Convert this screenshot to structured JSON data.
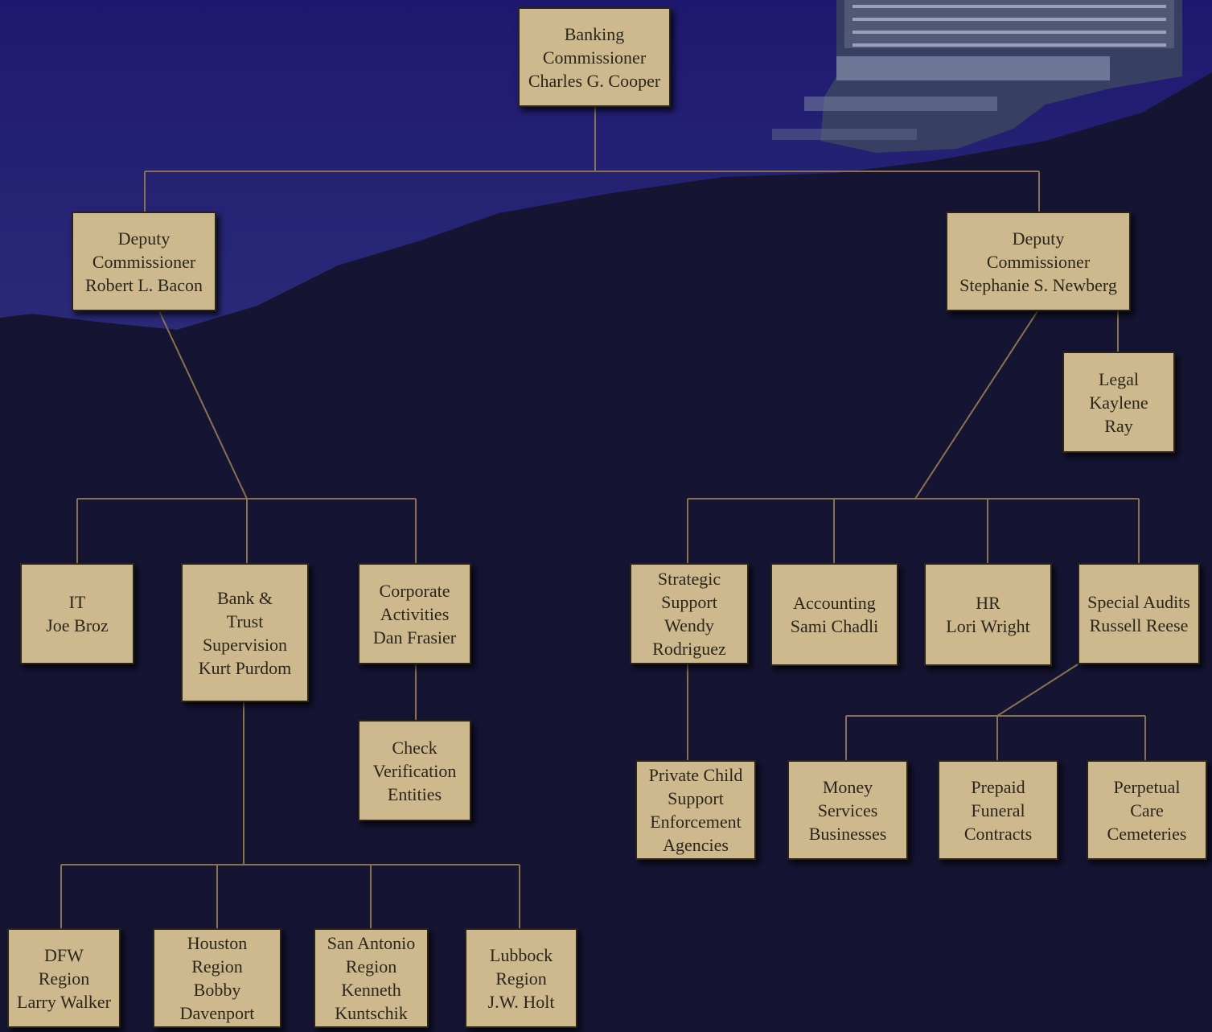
{
  "chart": {
    "nodes": {
      "commissioner": "Banking\nCommissioner\nCharles G. Cooper",
      "deputy_bacon": "Deputy\nCommissioner\nRobert L. Bacon",
      "deputy_newberg": "Deputy\nCommissioner\nStephanie S. Newberg",
      "legal": "Legal\nKaylene\nRay",
      "it": "IT\nJoe Broz",
      "bank_trust": "Bank &\nTrust\nSupervision\nKurt Purdom",
      "corporate": "Corporate\nActivities\nDan Frasier",
      "check_verification": "Check\nVerification\nEntities",
      "strategic_support": "Strategic\nSupport\nWendy\nRodriguez",
      "accounting": "Accounting\nSami Chadli",
      "hr": "HR\nLori Wright",
      "special_audits": "Special Audits\nRussell Reese",
      "private_child": "Private Child\nSupport\nEnforcement\nAgencies",
      "money_services": "Money\nServices\nBusinesses",
      "prepaid_funeral": "Prepaid\nFuneral\nContracts",
      "perpetual_care": "Perpetual\nCare\nCemeteries",
      "dfw": "DFW\nRegion\nLarry Walker",
      "houston": "Houston\nRegion\nBobby\nDavenport",
      "san_antonio": "San Antonio\nRegion\nKenneth\nKuntschik",
      "lubbock": "Lubbock\nRegion\nJ.W. Holt"
    }
  },
  "colors": {
    "sky": "#1f1a6e",
    "hill": "#151433",
    "box_fill": "#cdb98d",
    "connector": "#8a7250"
  }
}
